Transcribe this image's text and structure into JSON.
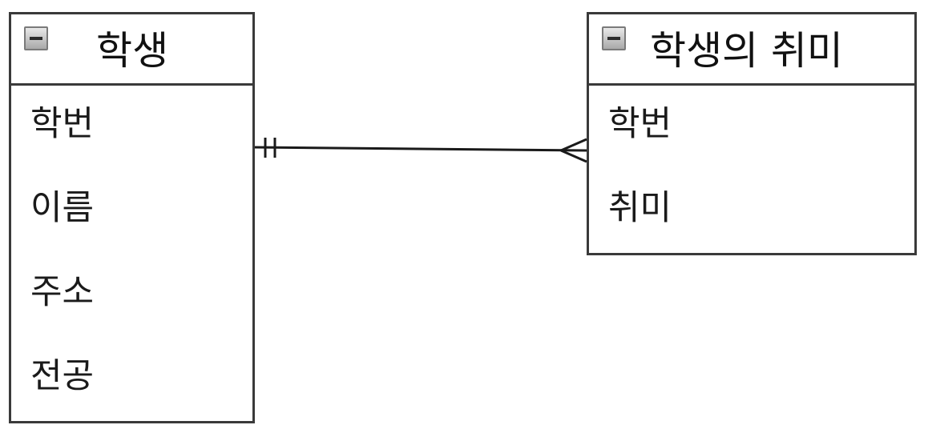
{
  "entities": {
    "student": {
      "title": "학생",
      "attributes": [
        "학번",
        "이름",
        "주소",
        "전공"
      ]
    },
    "hobby": {
      "title": "학생의 취미",
      "attributes": [
        "학번",
        "취미"
      ]
    }
  },
  "relationship": {
    "from": "학생",
    "to": "학생의 취미",
    "from_cardinality": "one-and-only-one",
    "to_cardinality": "many",
    "line_color": "#1a1a1a"
  },
  "colors": {
    "border": "#3a3a3a",
    "background": "#ffffff",
    "text": "#111111"
  }
}
